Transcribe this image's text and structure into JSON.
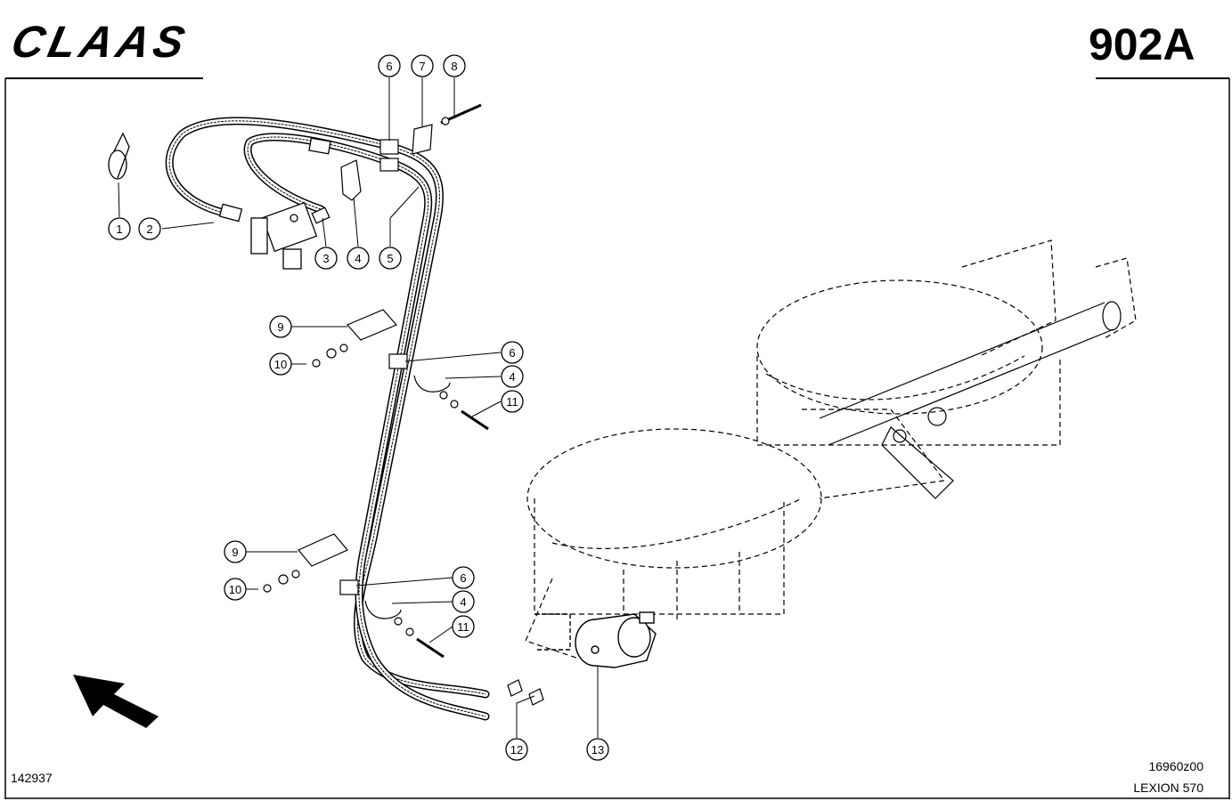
{
  "header": {
    "brand": "CLAAS",
    "page_number": "902A"
  },
  "footer": {
    "drawing_number": "142937",
    "figure_code": "16960z00",
    "model": "LEXION 570"
  },
  "callouts": [
    {
      "num": "1"
    },
    {
      "num": "2"
    },
    {
      "num": "3"
    },
    {
      "num": "4"
    },
    {
      "num": "5"
    },
    {
      "num": "6"
    },
    {
      "num": "7"
    },
    {
      "num": "8"
    },
    {
      "num": "9"
    },
    {
      "num": "10"
    },
    {
      "num": "6"
    },
    {
      "num": "4"
    },
    {
      "num": "11"
    },
    {
      "num": "9"
    },
    {
      "num": "10"
    },
    {
      "num": "6"
    },
    {
      "num": "4"
    },
    {
      "num": "11"
    },
    {
      "num": "12"
    },
    {
      "num": "13"
    }
  ]
}
